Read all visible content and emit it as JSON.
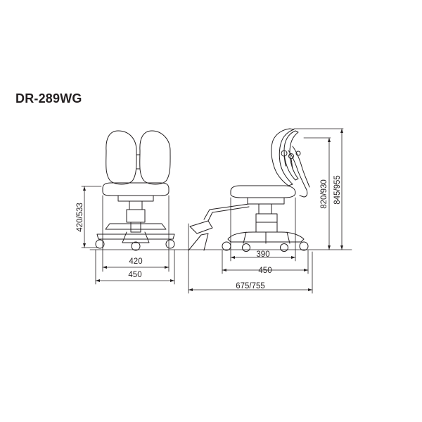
{
  "model": "DR-289WG",
  "colors": {
    "line": "#231f20",
    "background": "#ffffff"
  },
  "front_view": {
    "seat_height": "420/533",
    "seat_width": "420",
    "base_width": "450"
  },
  "side_view": {
    "seat_depth": "390",
    "base_depth": "450",
    "overall_depth": "675/755",
    "seat_back_height": "820/930",
    "overall_height": "845/955"
  }
}
